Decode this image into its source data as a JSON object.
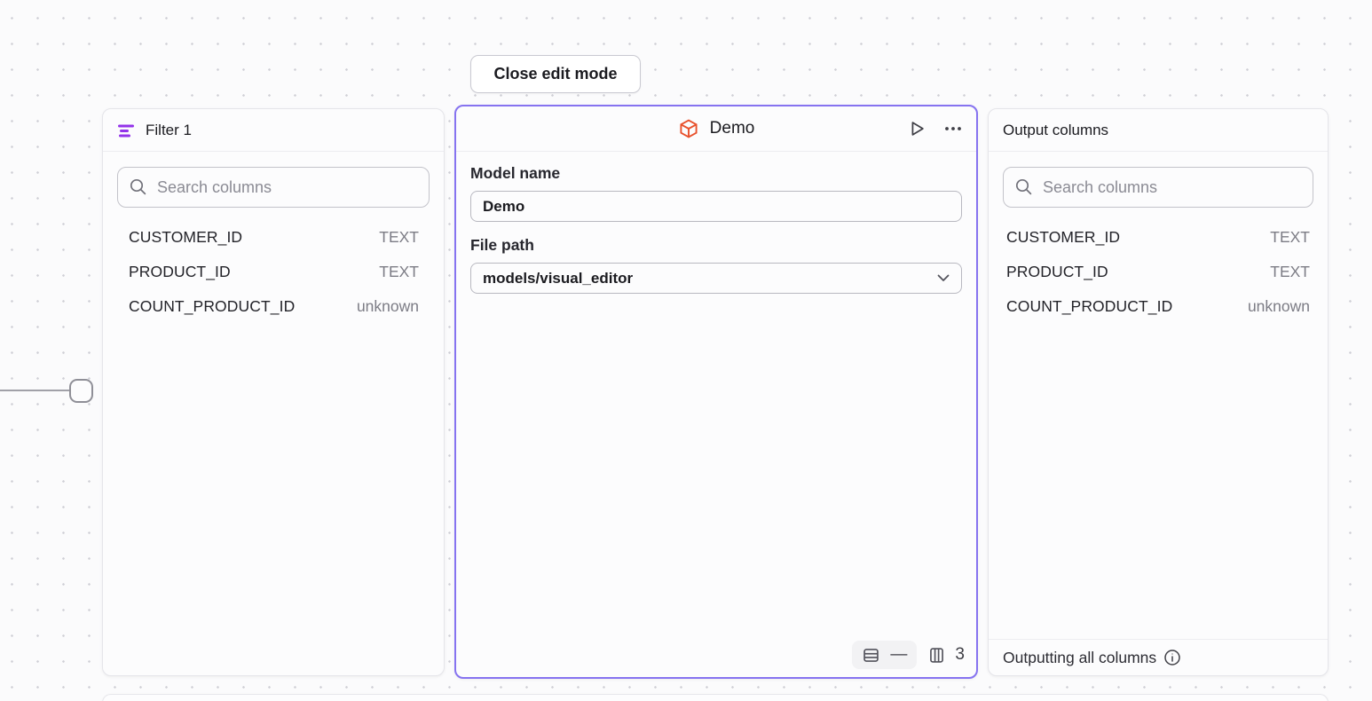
{
  "canvas": {
    "close_button_label": "Close edit mode"
  },
  "filter_panel": {
    "title": "Filter 1",
    "search_placeholder": "Search columns",
    "columns": [
      {
        "name": "CUSTOMER_ID",
        "type": "TEXT"
      },
      {
        "name": "PRODUCT_ID",
        "type": "TEXT"
      },
      {
        "name": "COUNT_PRODUCT_ID",
        "type": "unknown"
      }
    ]
  },
  "model_panel": {
    "title": "Demo",
    "model_name_label": "Model name",
    "model_name_value": "Demo",
    "file_path_label": "File path",
    "file_path_value": "models/visual_editor",
    "row_count": "—",
    "column_count": "3"
  },
  "output_panel": {
    "title": "Output columns",
    "search_placeholder": "Search columns",
    "columns": [
      {
        "name": "CUSTOMER_ID",
        "type": "TEXT"
      },
      {
        "name": "PRODUCT_ID",
        "type": "TEXT"
      },
      {
        "name": "COUNT_PRODUCT_ID",
        "type": "unknown"
      }
    ],
    "footer_text": "Outputting all columns"
  },
  "colors": {
    "selected_node_border": "#8673f0",
    "filter_icon_purple": "#9333ea",
    "model_icon_orange": "#e8502b"
  }
}
